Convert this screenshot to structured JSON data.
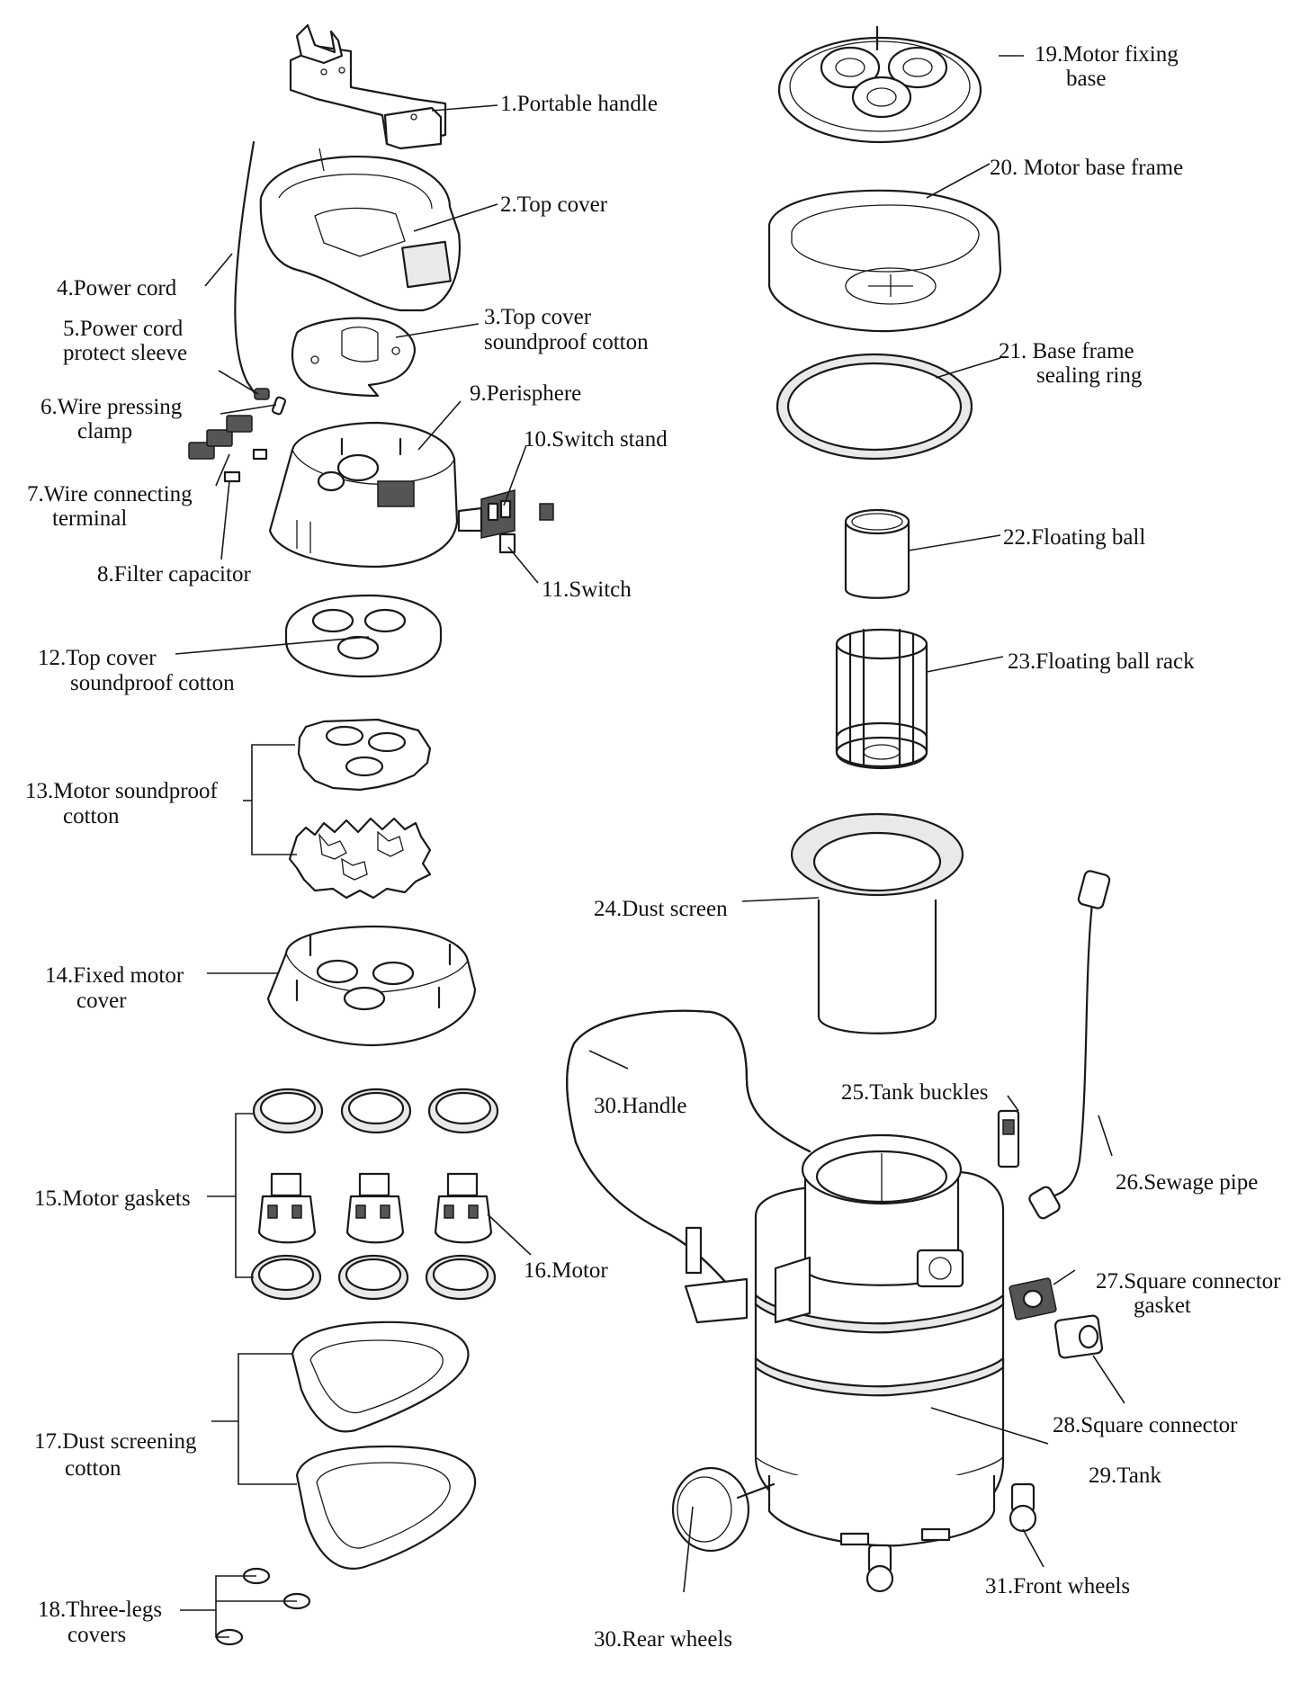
{
  "labels": {
    "l1": "1.Portable handle",
    "l2": "2.Top cover",
    "l3a": "3.Top cover",
    "l3b": "soundproof cotton",
    "l4": "4.Power cord",
    "l5a": "5.Power cord",
    "l5b": "protect sleeve",
    "l6a": "6.Wire pressing",
    "l6b": "clamp",
    "l7a": "7.Wire connecting",
    "l7b": "terminal",
    "l8": "8.Filter capacitor",
    "l9": "9.Perisphere",
    "l10": "10.Switch stand",
    "l11": "11.Switch",
    "l12a": "12.Top cover",
    "l12b": "soundproof cotton",
    "l13a": "13.Motor soundproof",
    "l13b": "cotton",
    "l14a": "14.Fixed motor",
    "l14b": "cover",
    "l15": "15.Motor gaskets",
    "l16": "16.Motor",
    "l17a": "17.Dust screening",
    "l17b": "cotton",
    "l18a": "18.Three-legs",
    "l18b": "covers",
    "l19a": "19.Motor fixing",
    "l19b": "base",
    "l20": "20. Motor base frame",
    "l21a": "21. Base frame",
    "l21b": "sealing ring",
    "l22": "22.Floating ball",
    "l23": "23.Floating ball rack",
    "l24": "24.Dust screen",
    "l25": "25.Tank buckles",
    "l26": "26.Sewage pipe",
    "l27a": "27.Square connector",
    "l27b": "gasket",
    "l28": "28.Square connector",
    "l29": "29.Tank",
    "l30h": "30.Handle",
    "l30r": "30.Rear wheels",
    "l31": "31.Front wheels"
  }
}
